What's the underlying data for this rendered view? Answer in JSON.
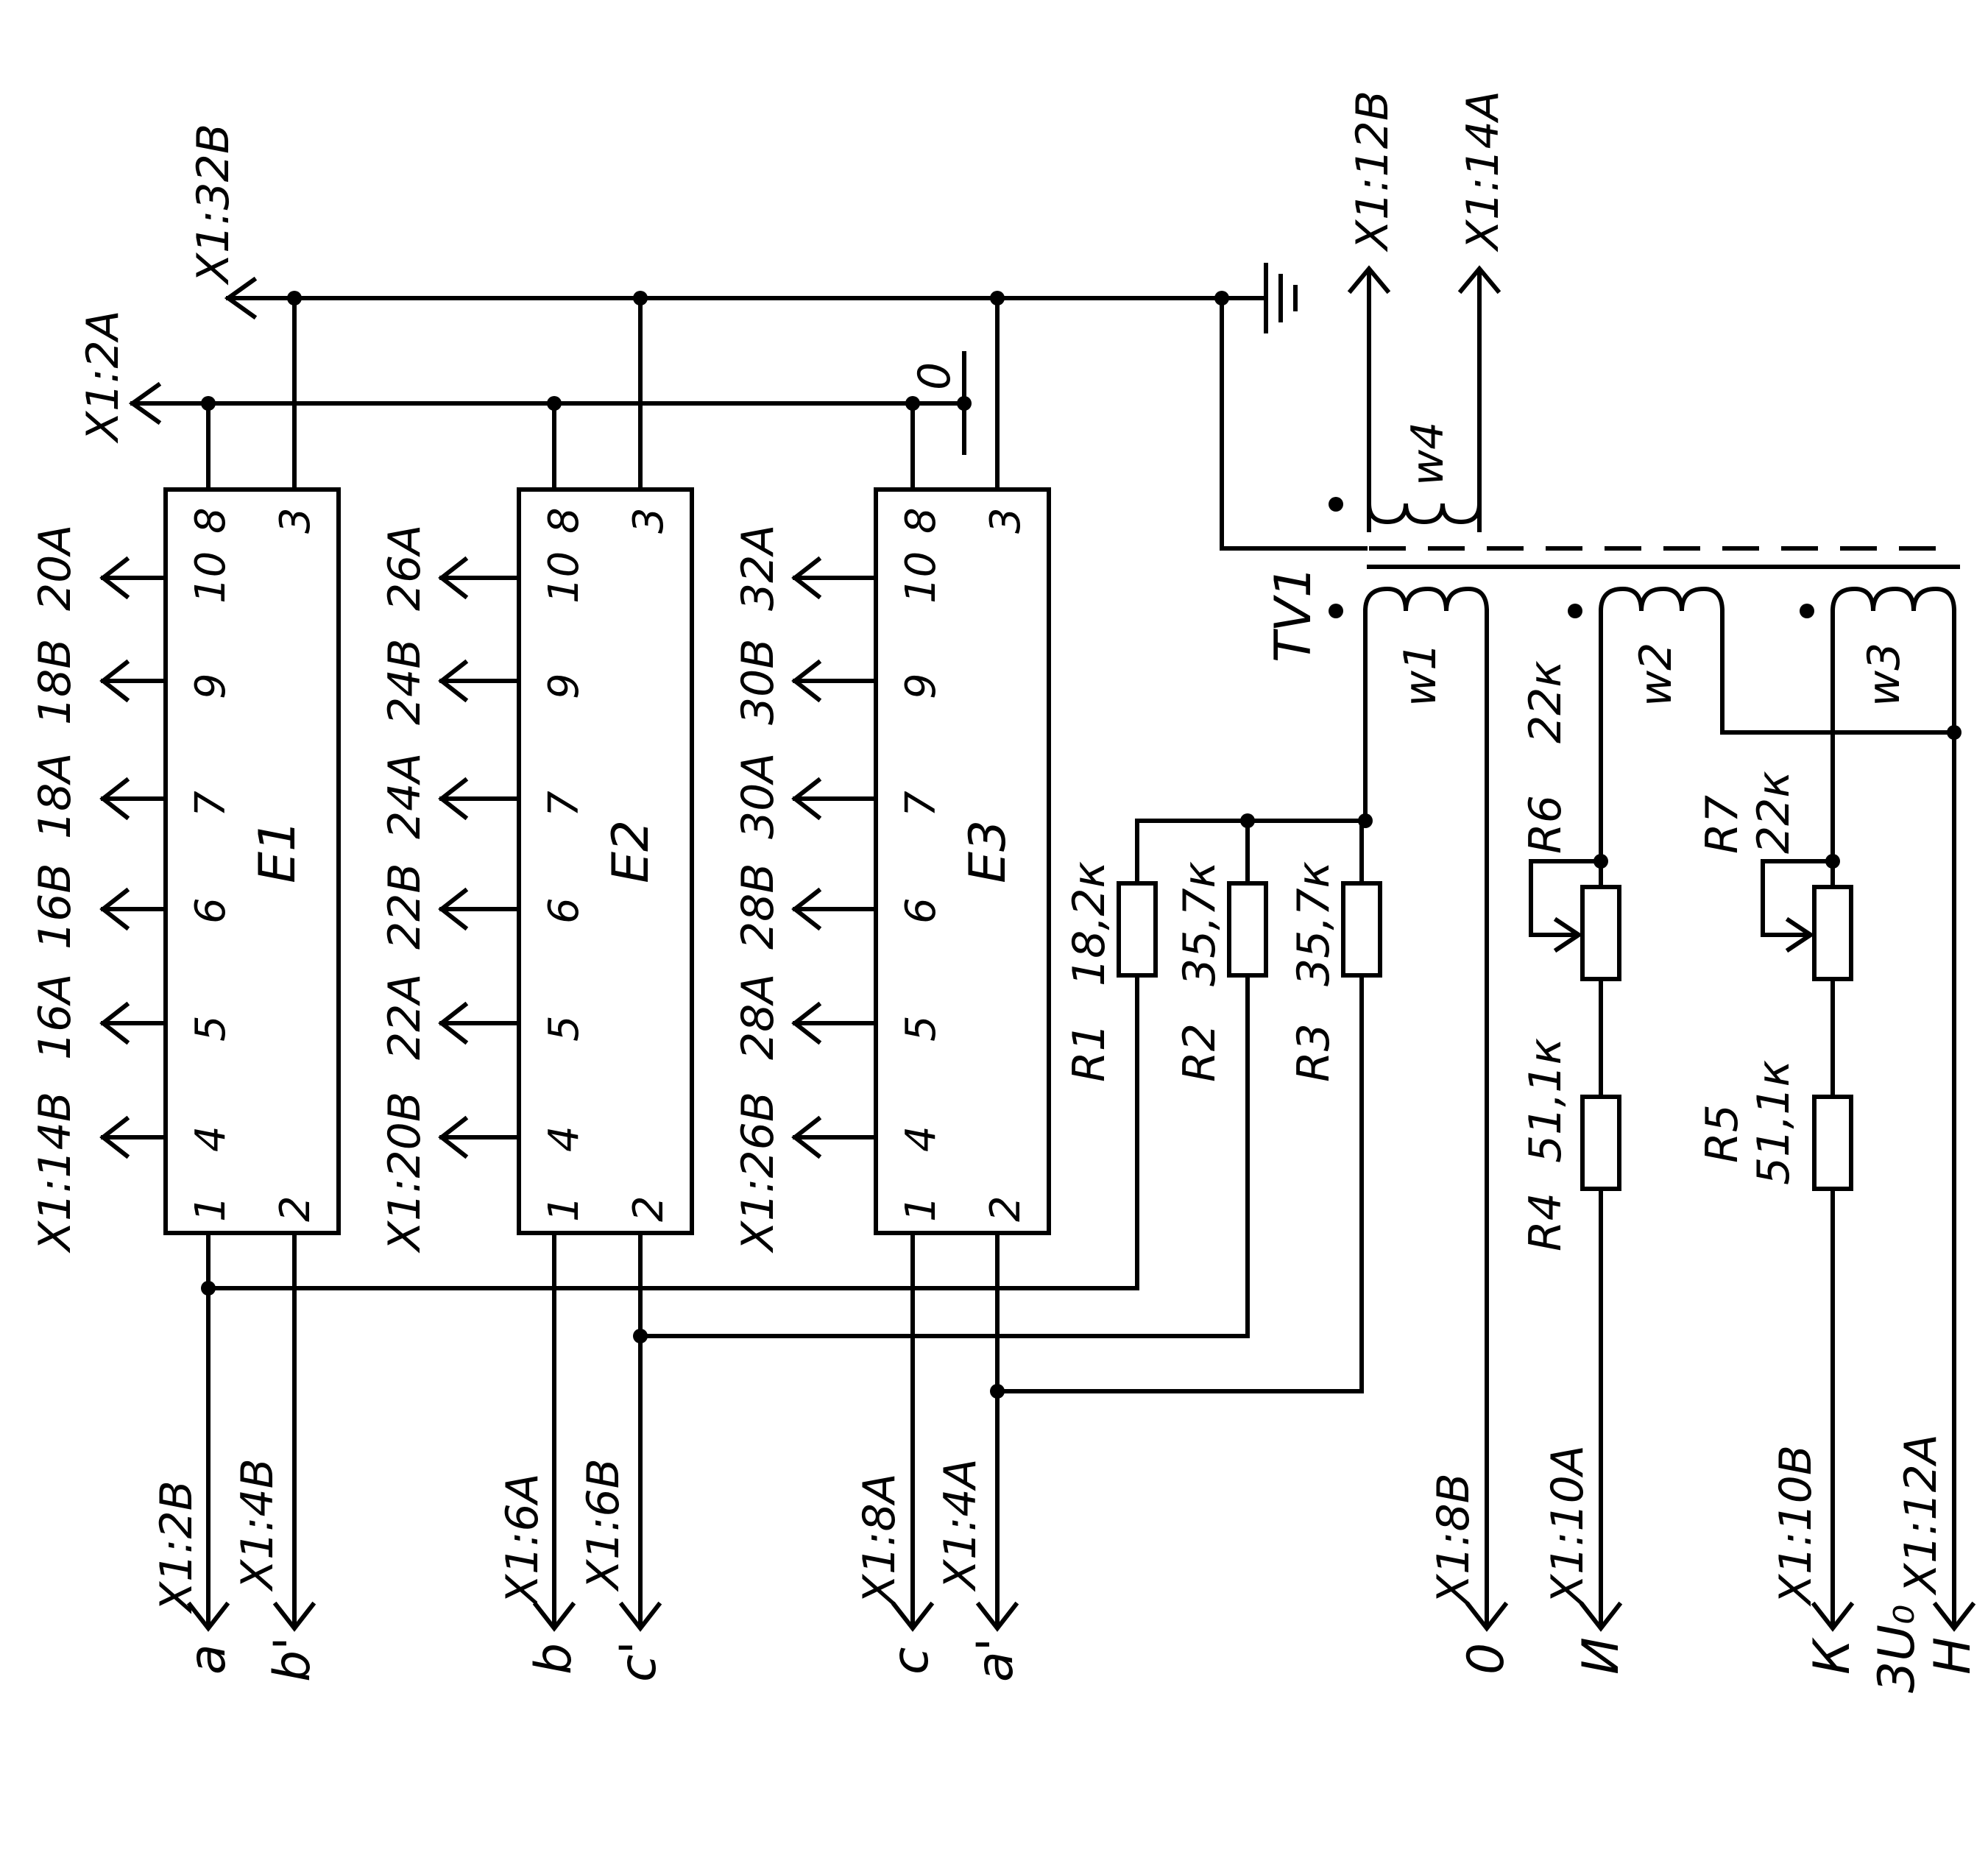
{
  "blocks": [
    {
      "id": "E1",
      "pins": {
        "p8": "8",
        "p3": "3",
        "p10": "10",
        "p9": "9",
        "p7": "7",
        "p6": "6",
        "p5": "5",
        "p4": "4",
        "p1": "1",
        "p2": "2"
      },
      "outputs": [
        "X1:14B",
        "16A",
        "16B",
        "18A",
        "18B",
        "20A"
      ]
    },
    {
      "id": "E2",
      "pins": {
        "p8": "8",
        "p3": "3",
        "p10": "10",
        "p9": "9",
        "p7": "7",
        "p6": "6",
        "p5": "5",
        "p4": "4",
        "p1": "1",
        "p2": "2"
      },
      "outputs": [
        "X1:20B",
        "22A",
        "22B",
        "24A",
        "24B",
        "26A"
      ]
    },
    {
      "id": "E3",
      "pins": {
        "p8": "8",
        "p3": "3",
        "p10": "10",
        "p9": "9",
        "p7": "7",
        "p6": "6",
        "p5": "5",
        "p4": "4",
        "p1": "1",
        "p2": "2"
      },
      "outputs": [
        "X1:26B",
        "28A",
        "28B",
        "30A",
        "30B",
        "32A"
      ]
    }
  ],
  "top": {
    "x1_32b": "X1:32B",
    "x1_2a": "X1:2A",
    "zero": "0"
  },
  "bottom": [
    {
      "conn": "X1:2B",
      "phase": "a"
    },
    {
      "conn": "X1:4B",
      "phase": "b'"
    },
    {
      "conn": "X1:6A",
      "phase": "b"
    },
    {
      "conn": "X1:6B",
      "phase": "c'"
    },
    {
      "conn": "X1:8A",
      "phase": "c"
    },
    {
      "conn": "X1:4A",
      "phase": "a'"
    },
    {
      "conn": "X1:8B",
      "phase": "0"
    },
    {
      "conn": "X1:10A",
      "phase": "И"
    },
    {
      "conn": "X1:10B",
      "phase": "К"
    },
    {
      "conn": "X1:12A",
      "phase": "Н"
    }
  ],
  "three_u0": "3U₀",
  "transformer": {
    "name": "TV1",
    "w1": "w1",
    "w2": "w2",
    "w3": "w3",
    "w4": "w4",
    "out1": "X1:12B",
    "out2": "X1:14A"
  },
  "resistors": {
    "r1": {
      "name": "R1",
      "value": "18,2к"
    },
    "r2": {
      "name": "R2",
      "value": "35,7к"
    },
    "r3": {
      "name": "R3",
      "value": "35,7к"
    },
    "r4": {
      "name": "R4",
      "value": "51,1к"
    },
    "r5": {
      "name": "R5",
      "value": "51,1к"
    },
    "r6": {
      "name": "R6",
      "value": "22к"
    },
    "r7": {
      "name": "R7",
      "value": "22к"
    }
  }
}
